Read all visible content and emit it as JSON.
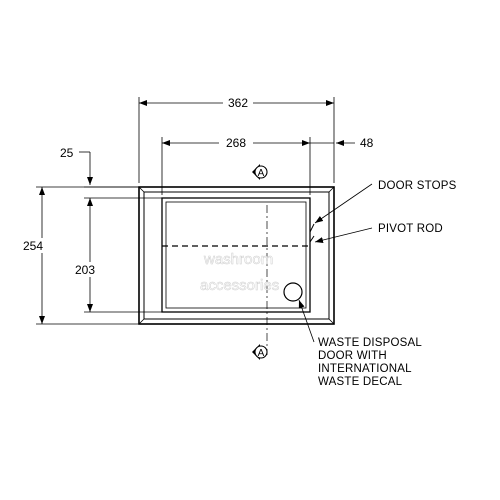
{
  "dimensions": {
    "overall_width": "362",
    "door_width": "268",
    "right_offset": "48",
    "top_offset": "25",
    "overall_height": "254",
    "door_height": "203"
  },
  "callouts": {
    "door_stops": "DOOR STOPS",
    "pivot_rod": "PIVOT ROD",
    "waste_disposal_line1": "WASTE DISPOSAL",
    "waste_disposal_line2": "DOOR WITH",
    "waste_disposal_line3": "INTERNATIONAL",
    "waste_disposal_line4": "WASTE DECAL"
  },
  "section_marks": {
    "top": "A",
    "bottom": "A"
  },
  "watermark": {
    "line1": "washroom",
    "line2": "accessories"
  }
}
